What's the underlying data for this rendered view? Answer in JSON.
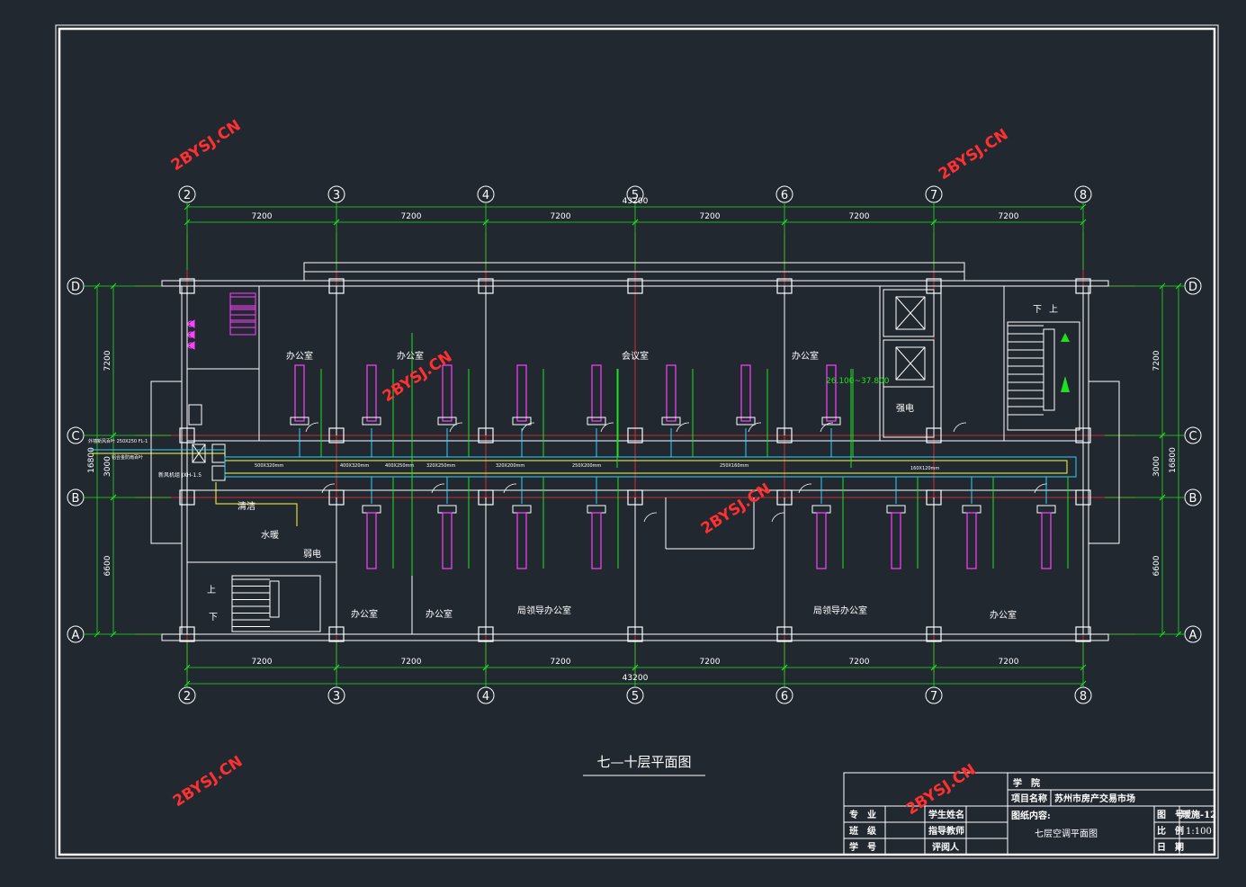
{
  "drawing_title": "七—十层平面图",
  "axes_top": [
    "2",
    "3",
    "4",
    "5",
    "6",
    "7",
    "8"
  ],
  "axes_bottom": [
    "2",
    "3",
    "4",
    "5",
    "6",
    "7",
    "8"
  ],
  "axes_left": [
    "D",
    "C",
    "B",
    "A"
  ],
  "axes_right": [
    "D",
    "C",
    "B",
    "A"
  ],
  "dims_top_total": "43200",
  "dims_top": [
    "7200",
    "7200",
    "7200",
    "7200",
    "7200",
    "7200"
  ],
  "dims_bottom": [
    "7200",
    "7200",
    "7200",
    "7200",
    "7200",
    "7200"
  ],
  "dims_bottom_total": "43200",
  "dims_left": [
    "7200",
    "3000",
    "6600"
  ],
  "dims_left_total": "16800",
  "dims_right": [
    "7200",
    "3000",
    "6600"
  ],
  "dims_right_total": "16800",
  "rooms": {
    "office_nw": "办公室",
    "office_n2": "办公室",
    "meeting": "会议室",
    "office_n4": "办公室",
    "power": "强电",
    "cleaning": "清洁",
    "water": "水暖",
    "weak": "弱电",
    "office_sw1": "办公室",
    "office_sw2": "办公室",
    "leader_office_1": "局领导办公室",
    "leader_office_2": "局领导办公室",
    "office_se": "办公室"
  },
  "stairs": {
    "ne_down": "下",
    "ne_up": "上",
    "sw_up": "上",
    "sw_down": "下"
  },
  "notes": {
    "elevation": "26.100~37.800",
    "ahu": "新风机组 JXH-1.5",
    "left_small_1": "外墙新风百叶 250X250 FL-1",
    "left_small_2": "铝合金防雨百叶"
  },
  "duct_sizes": [
    "500X320mm",
    "400X320mm",
    "400X250mm",
    "320X250mm",
    "320X200mm",
    "250X200mm",
    "250X160mm",
    "160X120mm"
  ],
  "title_block": {
    "school_label": "学　院",
    "school_value": "",
    "project_label": "项目名称",
    "project_value": "苏州市房产交易市场",
    "content_label": "图纸内容:",
    "content_value": "七层空调平面图",
    "major_label": "专　业",
    "class_label": "班　级",
    "id_label": "学　号",
    "student_label": "学生姓名",
    "advisor_label": "指导教师",
    "reviewer_label": "评阅人",
    "drawing_no_label": "图　号",
    "drawing_no_value": "暖施-12",
    "scale_label": "比　例",
    "scale_value": "1:100",
    "date_label": "日　期",
    "date_value": ""
  },
  "watermark": "2BYSJ.CN",
  "colors": {
    "background": "#212830",
    "wall": "#ffffff",
    "grid_axis": "#ff3030",
    "dimension": "#20e020",
    "supply_duct": "#ffff40",
    "return_duct": "#30d0ff",
    "fcu": "#ff40ff",
    "watermark": "#ff3030"
  }
}
